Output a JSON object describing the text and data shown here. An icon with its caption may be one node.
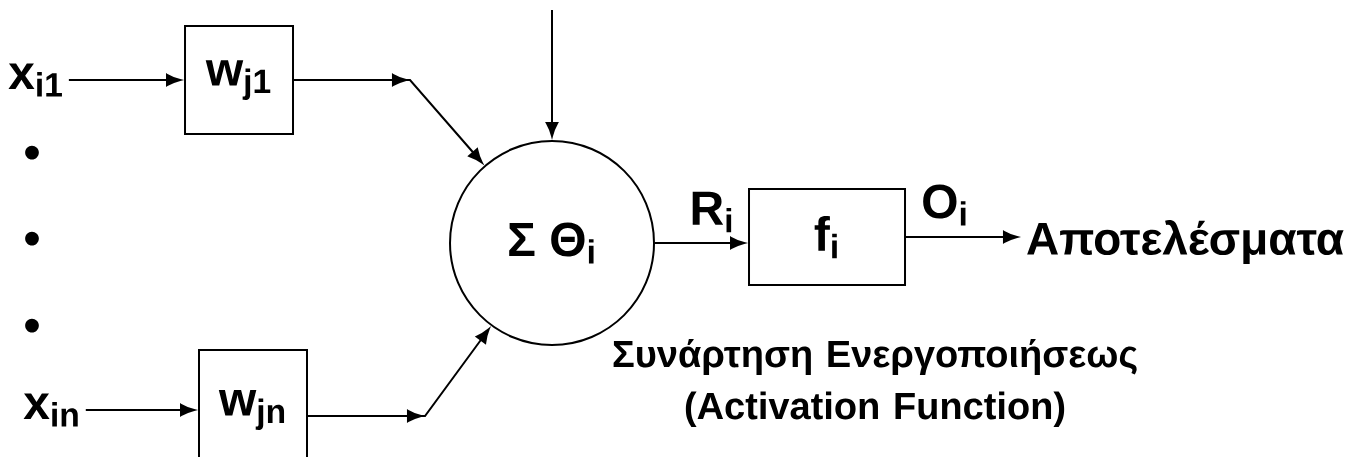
{
  "diagram": {
    "nodes": [
      {
        "text": [
          "x$_{i1}$"
        ]
      },
      {
        "text": [
          "w$_{j1}$"
        ]
      },
      {
        "text": [
          "x$_{in}$"
        ]
      },
      {
        "text": [
          "w$_{jn}$"
        ]
      },
      {
        "text": [
          "Σ Θ$_{i}$"
        ]
      },
      {
        "text": [
          "f$_{i}$"
        ]
      },
      {
        "text": [
          "Αποτελέσματα"
        ]
      }
    ],
    "edges": [
      {
        "from": 0,
        "to": 1,
        "arrow": "to"
      },
      {
        "from": 1,
        "to": 4,
        "arrow": "to"
      },
      {
        "from": 2,
        "to": 3,
        "arrow": "to"
      },
      {
        "from": 3,
        "to": 4,
        "arrow": "to"
      },
      {
        "from": null,
        "to": 4,
        "arrow": "to"
      },
      {
        "from": 4,
        "to": 5,
        "arrow": "to",
        "label": "R$_{i}$"
      },
      {
        "from": 5,
        "to": 6,
        "arrow": "to",
        "label": "O$_{i}$"
      }
    ],
    "labels": [
      "•",
      "•",
      "•",
      "Συνάρτηση Ενεργοποιήσεως (Activation Function)"
    ]
  }
}
